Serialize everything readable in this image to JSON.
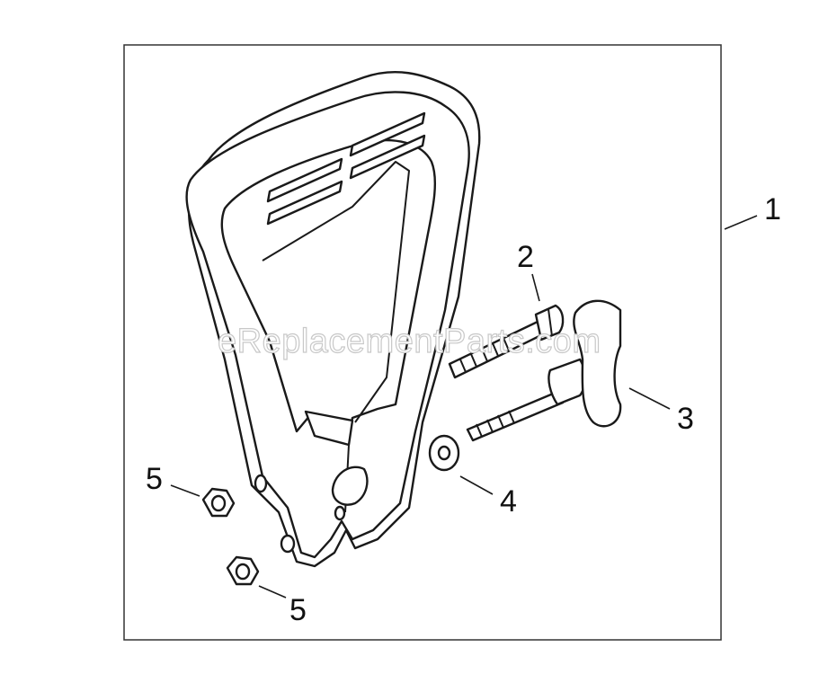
{
  "watermark": "eReplacementParts.com",
  "callouts": {
    "part1": "1",
    "part2": "2",
    "part3": "3",
    "part4": "4",
    "part5a": "5",
    "part5b": "5"
  }
}
